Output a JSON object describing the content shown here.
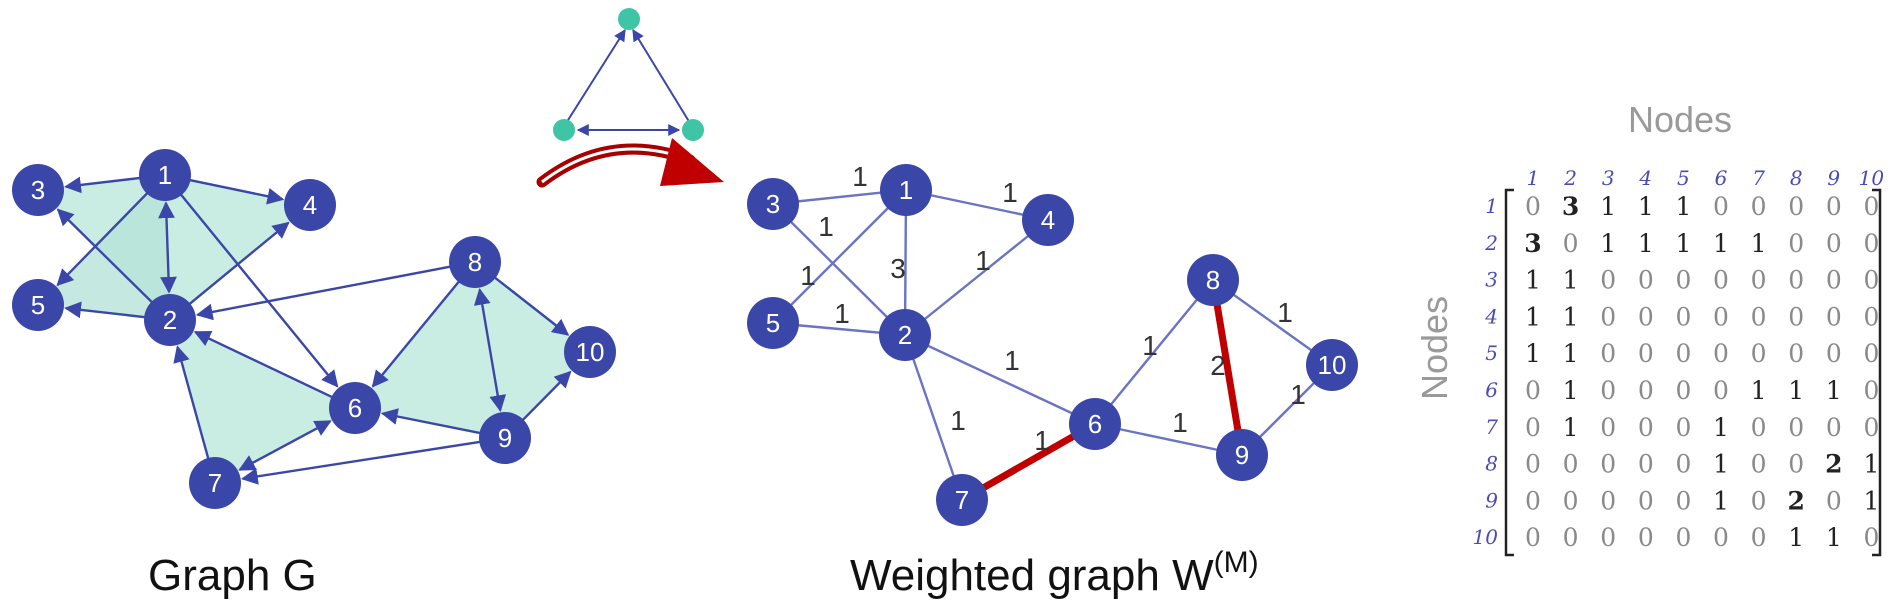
{
  "colors": {
    "node": "#3b47a8",
    "edge": "#3b47a8",
    "edge_light": "#6b74c4",
    "motif_fill": "#c9ece3",
    "motif_node": "#3fc4a6",
    "highlight": "#c00000",
    "matrix_one": "#222222",
    "matrix_zero": "#8a8a8a",
    "index": "#4b4bb5"
  },
  "graph_g": {
    "caption": "Graph G",
    "nodes": [
      "1",
      "2",
      "3",
      "4",
      "5",
      "6",
      "7",
      "8",
      "9",
      "10"
    ]
  },
  "motif": {
    "arrow": "transformation-arrow"
  },
  "graph_w": {
    "caption": "Weighted graph W",
    "caption_sup": "(M)",
    "nodes": [
      "1",
      "2",
      "3",
      "4",
      "5",
      "6",
      "7",
      "8",
      "9",
      "10"
    ],
    "edges": [
      {
        "from": "3",
        "to": "1",
        "w": "1"
      },
      {
        "from": "1",
        "to": "4",
        "w": "1"
      },
      {
        "from": "3",
        "to": "2",
        "w": "1"
      },
      {
        "from": "1",
        "to": "5",
        "w": "1"
      },
      {
        "from": "1",
        "to": "2",
        "w": "3"
      },
      {
        "from": "2",
        "to": "4",
        "w": "1"
      },
      {
        "from": "5",
        "to": "2",
        "w": "1"
      },
      {
        "from": "2",
        "to": "6",
        "w": "1"
      },
      {
        "from": "2",
        "to": "7",
        "w": "1"
      },
      {
        "from": "7",
        "to": "6",
        "w": "1"
      },
      {
        "from": "6",
        "to": "8",
        "w": "1"
      },
      {
        "from": "6",
        "to": "9",
        "w": "1"
      },
      {
        "from": "8",
        "to": "9",
        "w": "2"
      },
      {
        "from": "8",
        "to": "10",
        "w": "1"
      },
      {
        "from": "9",
        "to": "10",
        "w": "1"
      }
    ]
  },
  "matrix": {
    "top_title": "Nodes",
    "side_title": "Nodes",
    "col_labels": [
      "1",
      "2",
      "3",
      "4",
      "5",
      "6",
      "7",
      "8",
      "9",
      "10"
    ],
    "row_labels": [
      "1",
      "2",
      "3",
      "4",
      "5",
      "6",
      "7",
      "8",
      "9",
      "10"
    ],
    "rows": [
      [
        "0",
        "3",
        "1",
        "1",
        "1",
        "0",
        "0",
        "0",
        "0",
        "0"
      ],
      [
        "3",
        "0",
        "1",
        "1",
        "1",
        "1",
        "1",
        "0",
        "0",
        "0"
      ],
      [
        "1",
        "1",
        "0",
        "0",
        "0",
        "0",
        "0",
        "0",
        "0",
        "0"
      ],
      [
        "1",
        "1",
        "0",
        "0",
        "0",
        "0",
        "0",
        "0",
        "0",
        "0"
      ],
      [
        "1",
        "1",
        "0",
        "0",
        "0",
        "0",
        "0",
        "0",
        "0",
        "0"
      ],
      [
        "0",
        "1",
        "0",
        "0",
        "0",
        "0",
        "1",
        "1",
        "1",
        "0"
      ],
      [
        "0",
        "1",
        "0",
        "0",
        "0",
        "1",
        "0",
        "0",
        "0",
        "0"
      ],
      [
        "0",
        "0",
        "0",
        "0",
        "0",
        "1",
        "0",
        "0",
        "2",
        "1"
      ],
      [
        "0",
        "0",
        "0",
        "0",
        "0",
        "1",
        "0",
        "2",
        "0",
        "1"
      ],
      [
        "0",
        "0",
        "0",
        "0",
        "0",
        "0",
        "0",
        "1",
        "1",
        "0"
      ]
    ]
  }
}
